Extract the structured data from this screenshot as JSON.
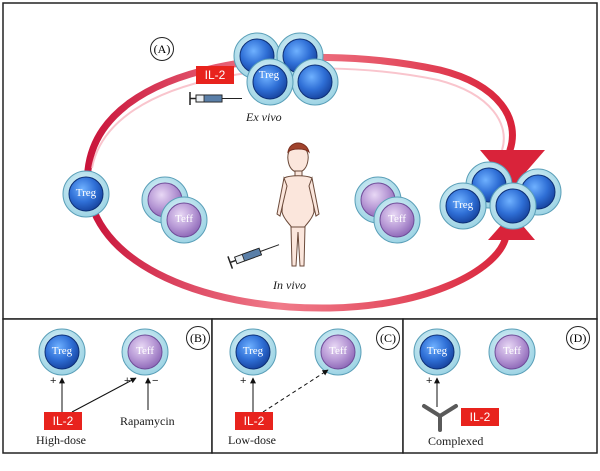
{
  "panels": {
    "A": {
      "letter": "(A)",
      "il2_label": "IL-2",
      "treg_label": "Treg",
      "ex_vivo": "Ex vivo",
      "in_vivo": "In vivo",
      "left_treg": "Treg",
      "teff_left": "Teff",
      "teff_right": "Teff",
      "right_treg": "Treg"
    },
    "B": {
      "letter": "(B)",
      "treg_label": "Treg",
      "teff_label": "Teff",
      "il2_label": "IL-2",
      "plus_treg": "+",
      "plus_teff": "+",
      "minus_teff": "−",
      "caption": "High-dose",
      "drug": "Rapamycin"
    },
    "C": {
      "letter": "(C)",
      "treg_label": "Treg",
      "teff_label": "Teff",
      "il2_label": "IL-2",
      "plus_treg": "+",
      "caption": "Low-dose"
    },
    "D": {
      "letter": "(D)",
      "treg_label": "Treg",
      "teff_label": "Teff",
      "il2_label": "IL-2",
      "plus_treg": "+",
      "caption": "Complexed"
    }
  },
  "colors": {
    "treg_fill": "#2f6fd6",
    "treg_membrane": "#a9dbe9",
    "teff_fill": "#b89ad6",
    "teff_membrane": "#a9dbe9",
    "cycle_arrow": "#d9233a",
    "il2_box": "#e8231d"
  }
}
